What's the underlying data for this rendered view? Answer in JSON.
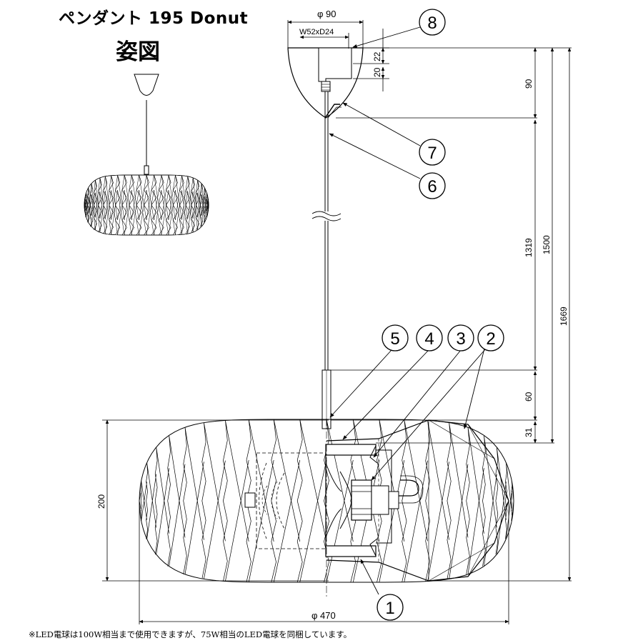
{
  "header": {
    "title": "ペンダント  195 Donut",
    "subtitle": "姿図"
  },
  "dimensions": {
    "canopy_diameter": "φ 90",
    "canopy_box": "W52xD24",
    "d22": "22",
    "d20": "20",
    "d90": "90",
    "d1319": "1319",
    "d1500": "1500",
    "d1669": "1669",
    "d60": "60",
    "d31": "31",
    "d200": "200",
    "shade_diameter": "φ 470"
  },
  "part_numbers": [
    "1",
    "2",
    "3",
    "4",
    "5",
    "6",
    "7",
    "8"
  ],
  "footnote": "※LED電球は100W相当まで使用できますが、75W相当のLED電球を同梱しています。"
}
